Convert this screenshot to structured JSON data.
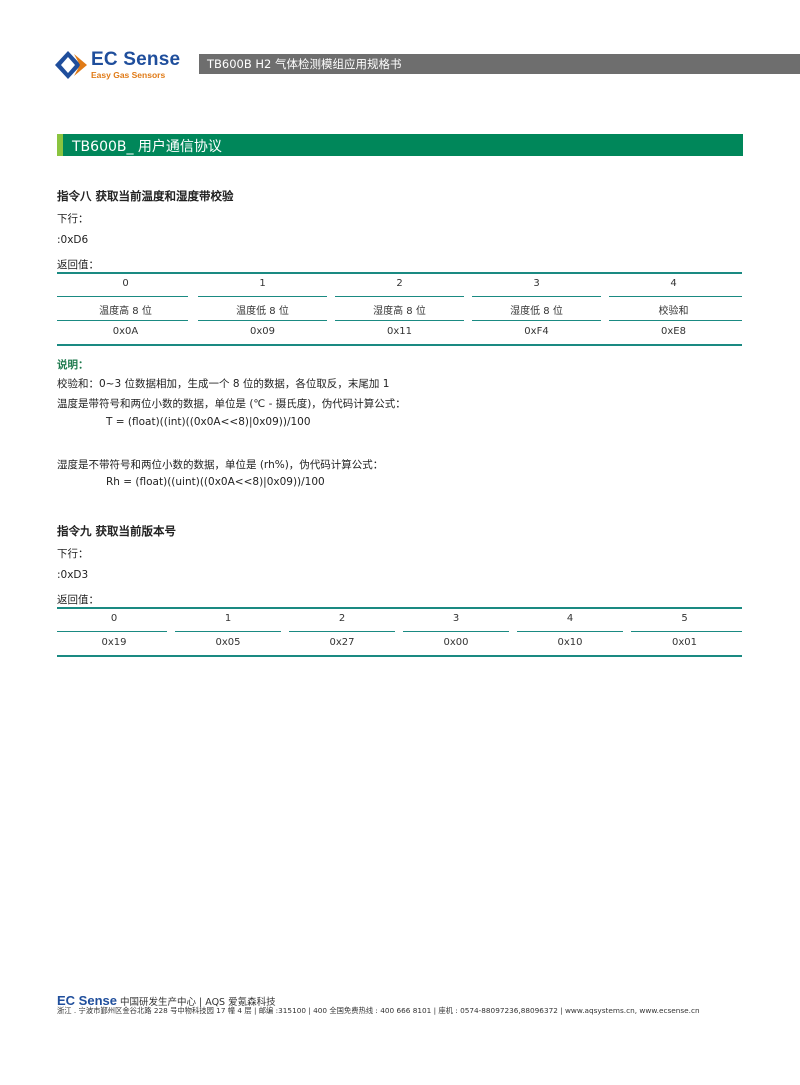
{
  "header": {
    "logo_text": "EC Sense",
    "logo_sub": "Easy Gas Sensors",
    "doc_title": "TB600B  H2 气体检测模组应用规格书"
  },
  "section": {
    "title": "TB600B_ 用户通信协议"
  },
  "cmd8": {
    "title": "指令八  获取当前温度和湿度带校验",
    "down_label": "下行：",
    "down_value": ":0xD6",
    "return_label": "返回值：",
    "table": {
      "headers": [
        "0",
        "1",
        "2",
        "3",
        "4"
      ],
      "names": [
        "温度高 8 位",
        "温度低 8 位",
        "湿度高 8 位",
        "湿度低 8 位",
        "校验和"
      ],
      "values": [
        "0x0A",
        "0x09",
        "0x11",
        "0xF4",
        "0xE8"
      ]
    }
  },
  "notes": {
    "title": "说明：",
    "checksum": "校验和：0~3 位数据相加，生成一个 8 位的数据，各位取反，末尾加 1",
    "temp_desc": "温度是带符号和两位小数的数据，单位是 (℃ - 摄氏度)，伪代码计算公式：",
    "temp_formula": "T = (float)((int)((0x0A<<8)|0x09))/100",
    "rh_desc": "湿度是不带符号和两位小数的数据，单位是 (rh%)，伪代码计算公式：",
    "rh_formula": "Rh = (float)((uint)((0x0A<<8)|0x09))/100"
  },
  "cmd9": {
    "title": "指令九  获取当前版本号",
    "down_label": "下行：",
    "down_value": ":0xD3",
    "return_label": "返回值：",
    "table": {
      "headers": [
        "0",
        "1",
        "2",
        "3",
        "4",
        "5"
      ],
      "values": [
        "0x19",
        "0x05",
        "0x27",
        "0x00",
        "0x10",
        "0x01"
      ]
    }
  },
  "footer": {
    "brand": "EC Sense",
    "line1_rest": " 中国研发生产中心 | AQS 爱氪森科技",
    "line2": "浙江 . 宁波市鄞州区金谷北路 228 号中物科技园 17 幢 4 层 | 邮编 :315100 | 400 全国免费热线 : 400 666 8101  | 座机 : 0574-88097236,88096372  | www.aqsystems.cn,  www.ecsense.cn"
  }
}
